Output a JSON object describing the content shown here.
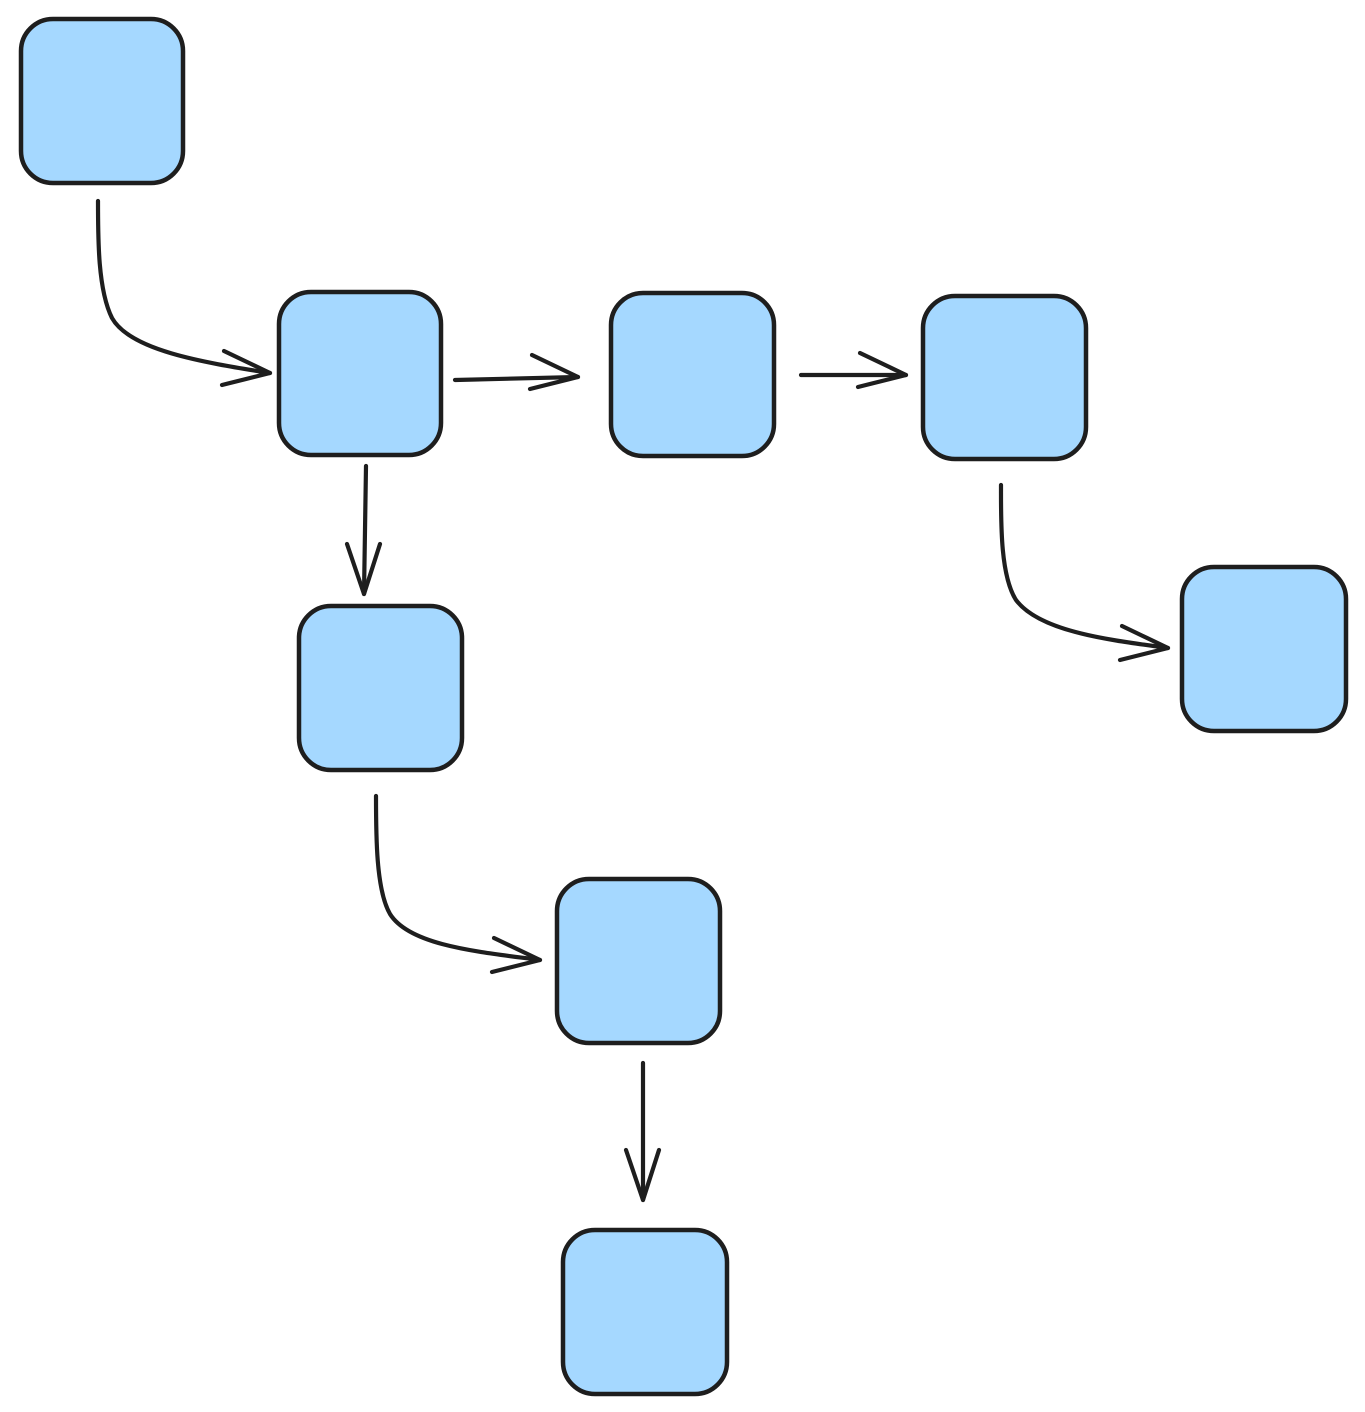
{
  "diagram": {
    "style": "hand-drawn",
    "node_fill": "#a5d8ff",
    "stroke_color": "#1e1e1e",
    "background": "#ffffff",
    "nodes": [
      {
        "id": "n1",
        "label": ""
      },
      {
        "id": "n2",
        "label": ""
      },
      {
        "id": "n3",
        "label": ""
      },
      {
        "id": "n4",
        "label": ""
      },
      {
        "id": "n5",
        "label": ""
      },
      {
        "id": "n6",
        "label": ""
      },
      {
        "id": "n7",
        "label": ""
      },
      {
        "id": "n8",
        "label": ""
      },
      {
        "id": "n9",
        "label": ""
      }
    ],
    "edges": [
      {
        "from": "n1",
        "to": "n2"
      },
      {
        "from": "n2",
        "to": "n3"
      },
      {
        "from": "n3",
        "to": "n4"
      },
      {
        "from": "n2",
        "to": "n5"
      },
      {
        "from": "n4",
        "to": "n6"
      },
      {
        "from": "n5",
        "to": "n7"
      },
      {
        "from": "n7",
        "to": "n8"
      }
    ]
  }
}
